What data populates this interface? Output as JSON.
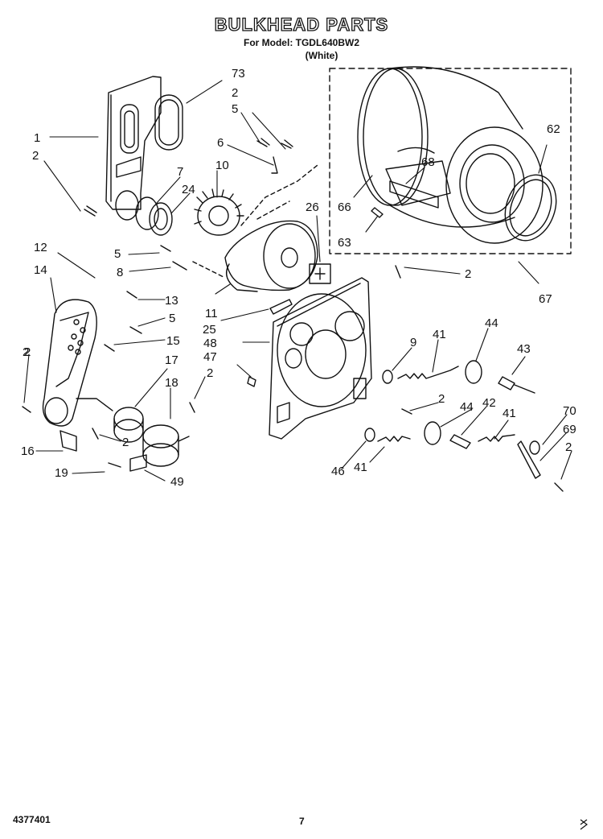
{
  "header": {
    "title": "BULKHEAD PARTS",
    "model_line": "For Model: TGDL640BW2",
    "color_line": "(White)"
  },
  "callouts": [
    {
      "id": "c73",
      "text": "73"
    },
    {
      "id": "c2a",
      "text": "2"
    },
    {
      "id": "c5a",
      "text": "5"
    },
    {
      "id": "c1",
      "text": "1"
    },
    {
      "id": "c2b",
      "text": "2"
    },
    {
      "id": "c6",
      "text": "6"
    },
    {
      "id": "c7",
      "text": "7"
    },
    {
      "id": "c10",
      "text": "10"
    },
    {
      "id": "c24",
      "text": "24"
    },
    {
      "id": "c26",
      "text": "26"
    },
    {
      "id": "c68",
      "text": "68"
    },
    {
      "id": "c62",
      "text": "62"
    },
    {
      "id": "c66",
      "text": "66"
    },
    {
      "id": "c63",
      "text": "63"
    },
    {
      "id": "c12",
      "text": "12"
    },
    {
      "id": "c14",
      "text": "14"
    },
    {
      "id": "c5b",
      "text": "5"
    },
    {
      "id": "c8",
      "text": "8"
    },
    {
      "id": "c2c",
      "text": "2"
    },
    {
      "id": "c67",
      "text": "67"
    },
    {
      "id": "c13",
      "text": "13"
    },
    {
      "id": "c11",
      "text": "11"
    },
    {
      "id": "c25",
      "text": "25"
    },
    {
      "id": "c5c",
      "text": "5"
    },
    {
      "id": "c15",
      "text": "15"
    },
    {
      "id": "c48",
      "text": "48"
    },
    {
      "id": "c2d",
      "text": "2"
    },
    {
      "id": "c47",
      "text": "47"
    },
    {
      "id": "c17",
      "text": "17"
    },
    {
      "id": "c9",
      "text": "9"
    },
    {
      "id": "c41a",
      "text": "41"
    },
    {
      "id": "c44a",
      "text": "44"
    },
    {
      "id": "c43",
      "text": "43"
    },
    {
      "id": "c2e",
      "text": "2"
    },
    {
      "id": "c18",
      "text": "18"
    },
    {
      "id": "c2f",
      "text": "2"
    },
    {
      "id": "c2g",
      "text": "2"
    },
    {
      "id": "c44b",
      "text": "44"
    },
    {
      "id": "c42",
      "text": "42"
    },
    {
      "id": "c41b",
      "text": "41"
    },
    {
      "id": "c70",
      "text": "70"
    },
    {
      "id": "c69",
      "text": "69"
    },
    {
      "id": "c2h",
      "text": "2"
    },
    {
      "id": "c2i",
      "text": "2"
    },
    {
      "id": "c16",
      "text": "16"
    },
    {
      "id": "c46",
      "text": "46"
    },
    {
      "id": "c41c",
      "text": "41"
    },
    {
      "id": "c19",
      "text": "19"
    },
    {
      "id": "c49",
      "text": "49"
    }
  ],
  "footer": {
    "doc_number": "4377401",
    "page_number": "7"
  }
}
